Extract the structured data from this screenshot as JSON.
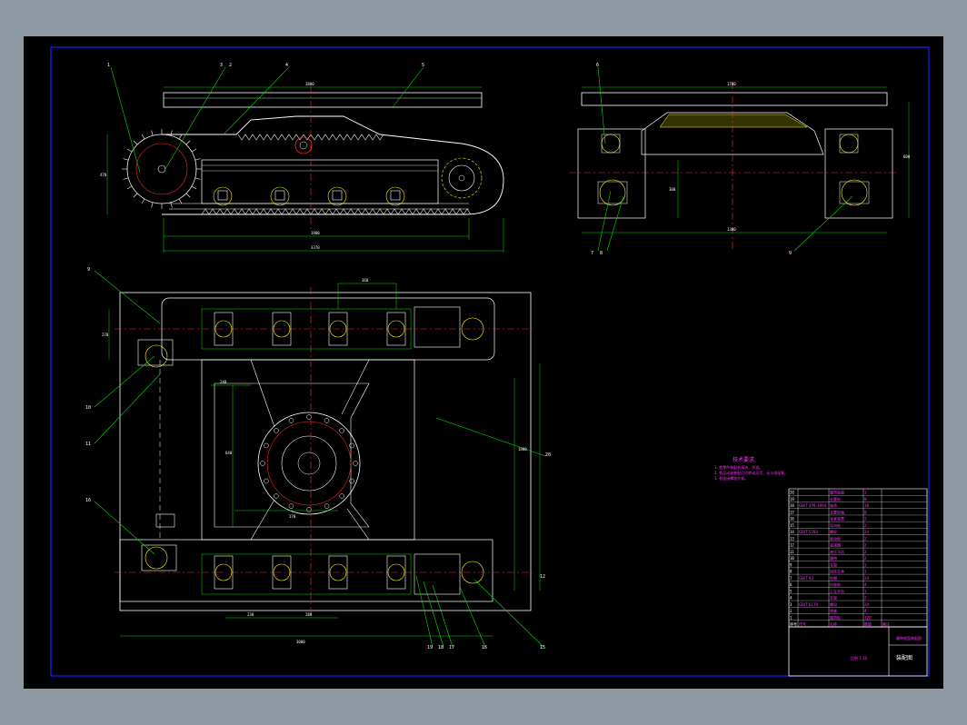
{
  "callouts": {
    "top_view": [
      "1",
      "3",
      "2",
      "4",
      "5"
    ],
    "side_view": [
      "6",
      "7",
      "8",
      "9"
    ],
    "plan_left": [
      "9",
      "10",
      "11",
      "16"
    ],
    "plan_bottom": [
      "19",
      "18",
      "17",
      "16",
      "15"
    ],
    "plan_right": [
      "20",
      "12"
    ]
  },
  "dimensions": {
    "top_width": "3800",
    "top_base": "1900",
    "top_overall": "3370",
    "top_height": "470",
    "side_width": "1700",
    "side_base": "1300",
    "side_height": "300",
    "side_overall": "600",
    "plan_top": "360",
    "plan_mid1": "240",
    "plan_mid2": "170",
    "plan_bottom1": "230",
    "plan_bottom2": "280",
    "plan_total": "3000",
    "plan_left": "270",
    "plan_center": "640",
    "plan_right": "1800"
  },
  "tech_notes": {
    "title": "技术要求",
    "lines": [
      "1. 各零件装配前清洗、涂油。",
      "2. 各运动副装配后应转动灵活，无卡滞现象。",
      "3. 各连接螺栓拧紧。"
    ]
  },
  "parts_table": {
    "rows": [
      [
        "20",
        "",
        "履带底盘",
        "1",
        ""
      ],
      [
        "19",
        "",
        "支重轮",
        "8",
        ""
      ],
      [
        "18",
        "GB/T 276-1994",
        "轴承",
        "16",
        ""
      ],
      [
        "17",
        "",
        "支重轮轴",
        "8",
        ""
      ],
      [
        "16",
        "",
        "张紧装置",
        "2",
        ""
      ],
      [
        "15",
        "",
        "导向轮",
        "2",
        ""
      ],
      [
        "14",
        "GB/T 5783",
        "螺栓",
        "24",
        ""
      ],
      [
        "13",
        "",
        "驱动轮",
        "2",
        ""
      ],
      [
        "12",
        "",
        "减速器",
        "2",
        ""
      ],
      [
        "11",
        "",
        "液压马达",
        "2",
        ""
      ],
      [
        "10",
        "",
        "履带",
        "2",
        ""
      ],
      [
        "9",
        "",
        "车架",
        "1",
        ""
      ],
      [
        "8",
        "",
        "回转支承",
        "1",
        ""
      ],
      [
        "7",
        "GB/T 93",
        "垫圈",
        "24",
        ""
      ],
      [
        "6",
        "",
        "托链轮",
        "4",
        ""
      ],
      [
        "5",
        "",
        "上车平台",
        "1",
        ""
      ],
      [
        "4",
        "",
        "支架",
        "2",
        ""
      ],
      [
        "3",
        "GB/T 6170",
        "螺母",
        "24",
        ""
      ],
      [
        "2",
        "",
        "销轴",
        "4",
        ""
      ],
      [
        "1",
        "",
        "履带板",
        "120",
        ""
      ]
    ],
    "header": [
      "序号",
      "代号",
      "名称",
      "数量",
      "备注"
    ],
    "title_block_name": "履带底盘装配图",
    "title_block_code": "装配图",
    "title_block_misc": "比例 1:10"
  },
  "colors": {
    "background": "#000000",
    "frame": "#1d1dff",
    "outline": "#ffffff",
    "center": "#ff2a2a",
    "dimension": "#00e000",
    "annotation": "#ff33ff",
    "hatch": "#ffff00"
  }
}
